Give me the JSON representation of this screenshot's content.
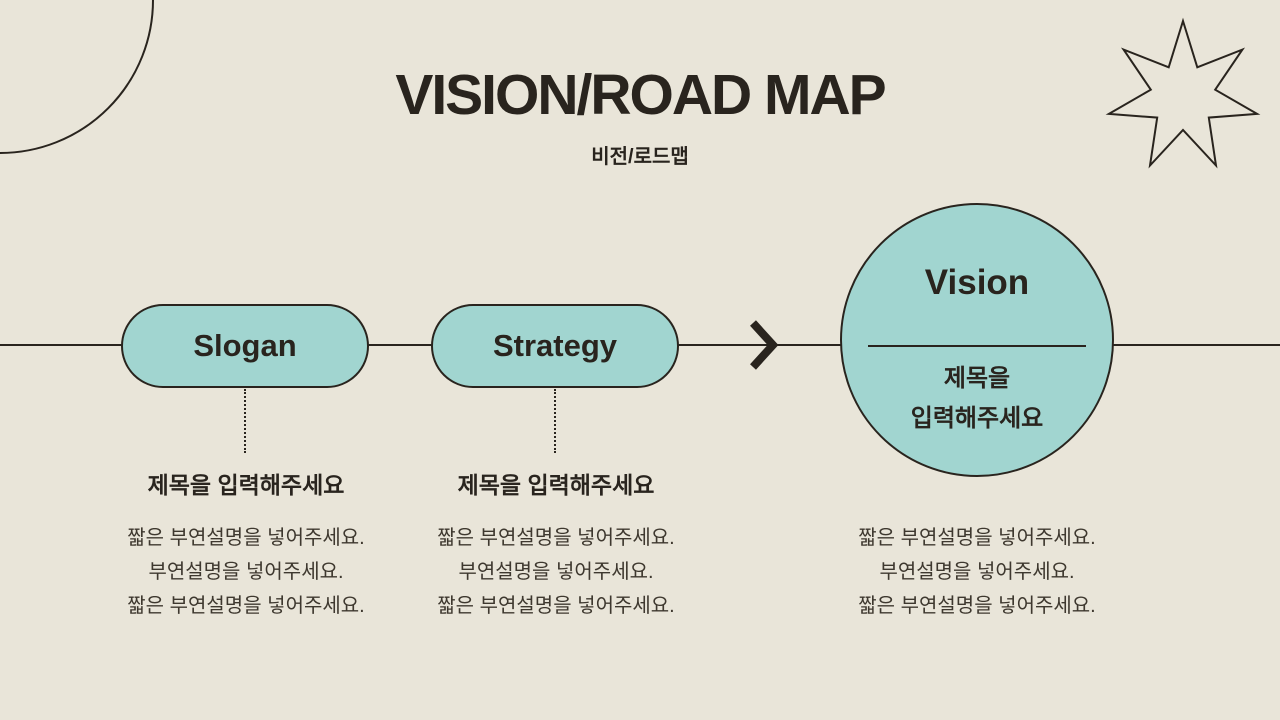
{
  "colors": {
    "background": "#E9E5D9",
    "ink": "#29241E",
    "teal": "#A1D5D0",
    "body_text": "#3E382F"
  },
  "header": {
    "title": "VISION/ROAD MAP",
    "subtitle": "비전/로드맵"
  },
  "timeline": {
    "pills": [
      {
        "label": "Slogan"
      },
      {
        "label": "Strategy"
      }
    ],
    "arrow": "chevron-right",
    "circle": {
      "label": "Vision",
      "caption_lines": [
        "제목을",
        "입력해주세요"
      ]
    }
  },
  "columns": [
    {
      "heading": "제목을 입력해주세요",
      "lines": [
        "짧은 부연설명을 넣어주세요.",
        "부연설명을 넣어주세요.",
        "짧은 부연설명을 넣어주세요."
      ]
    },
    {
      "heading": "제목을 입력해주세요",
      "lines": [
        "짧은 부연설명을 넣어주세요.",
        "부연설명을 넣어주세요.",
        "짧은 부연설명을 넣어주세요."
      ]
    },
    {
      "lines": [
        "짧은 부연설명을 넣어주세요.",
        "부연설명을 넣어주세요.",
        "짧은 부연설명을 넣어주세요."
      ]
    }
  ],
  "decorations": {
    "top_left": "quarter-circle-outline",
    "top_right": "seven-point-star-outline"
  }
}
